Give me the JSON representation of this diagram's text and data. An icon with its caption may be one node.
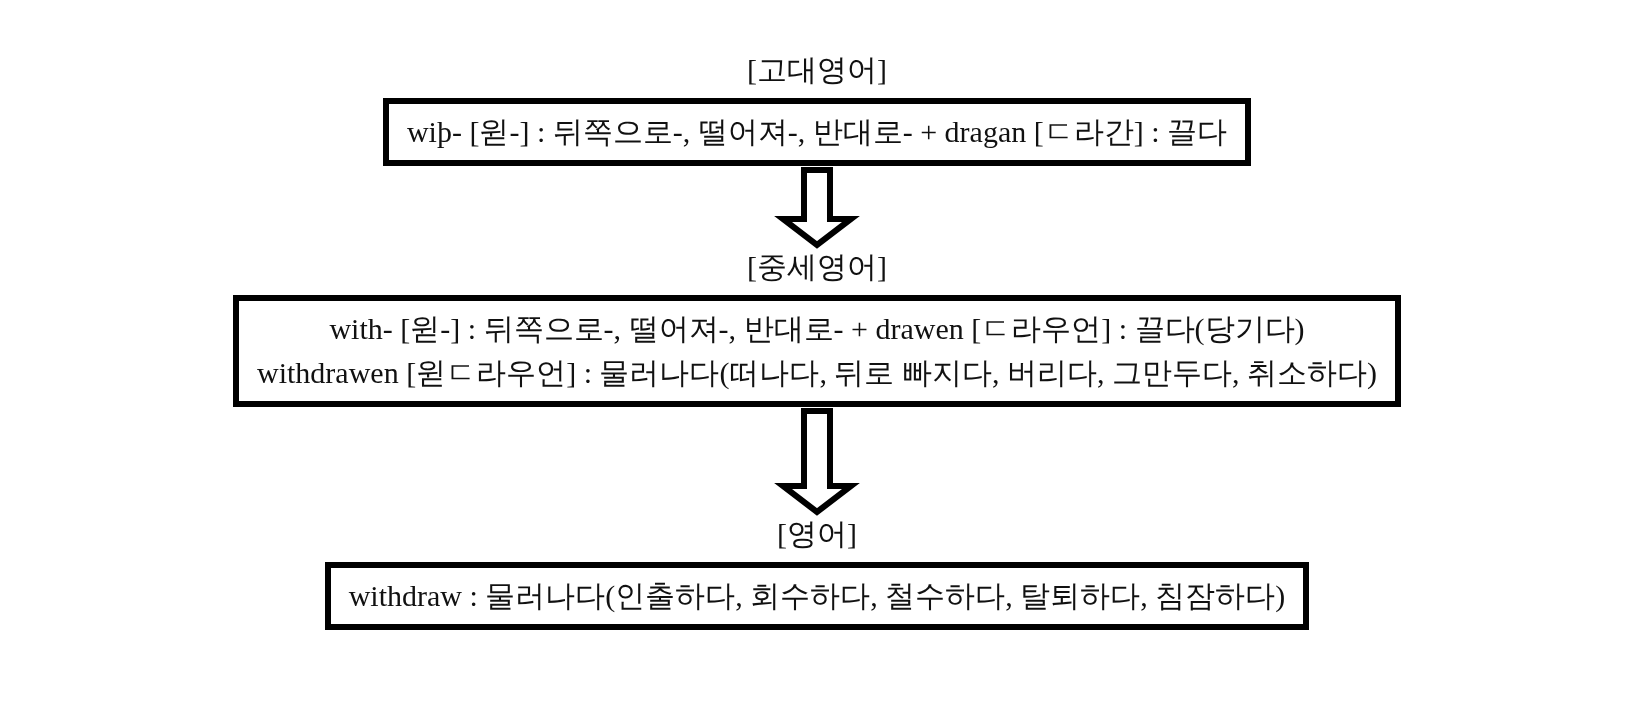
{
  "diagram": {
    "nodes": [
      {
        "text": [
          "[고대영어]",
          "wiþ- [윋-] : 뒤쪽으로-, 떨어져-, 반대로- + dragan [ㄷ라간] : 끌다"
        ]
      },
      {
        "text": [
          "[중세영어]",
          "with- [윋-] : 뒤쪽으로-, 떨어져-, 반대로- + drawen [ㄷ라우언] : 끌다(당기다)",
          "withdrawen [윋ㄷ라우언] : 물러나다(떠나다, 뒤로 빠지다, 버리다, 그만두다, 취소하다)"
        ]
      },
      {
        "text": [
          "[영어]",
          "withdraw : 물러나다(인출하다, 회수하다, 철수하다, 탈퇴하다, 침잠하다)"
        ]
      }
    ],
    "edges": [
      {
        "from": 0,
        "to": 1,
        "arrow": "to"
      },
      {
        "from": 1,
        "to": 2,
        "arrow": "to"
      }
    ]
  }
}
